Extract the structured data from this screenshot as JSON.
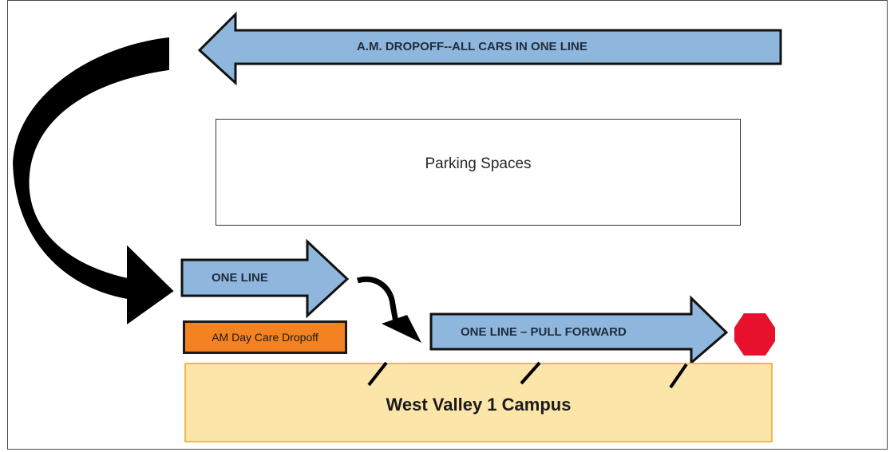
{
  "top_arrow": {
    "label": "A.M. DROPOFF--ALL CARS IN ONE LINE"
  },
  "parking": {
    "label": "Parking Spaces"
  },
  "one_line_arrow": {
    "label": "ONE LINE"
  },
  "pull_forward_arrow": {
    "label": "ONE LINE – PULL FORWARD"
  },
  "daycare": {
    "label": "AM Day Care Dropoff"
  },
  "campus": {
    "label": "West Valley 1 Campus"
  },
  "colors": {
    "arrow_fill": "#8fb6dc",
    "arrow_stroke": "#111111",
    "curve_arrow": "#000000",
    "daycare_fill": "#f58220",
    "campus_fill": "#fbe5a8",
    "campus_border": "#f0b84a",
    "stop_sign": "#e8112d"
  },
  "icons": {
    "stop": "stop-sign-icon"
  }
}
